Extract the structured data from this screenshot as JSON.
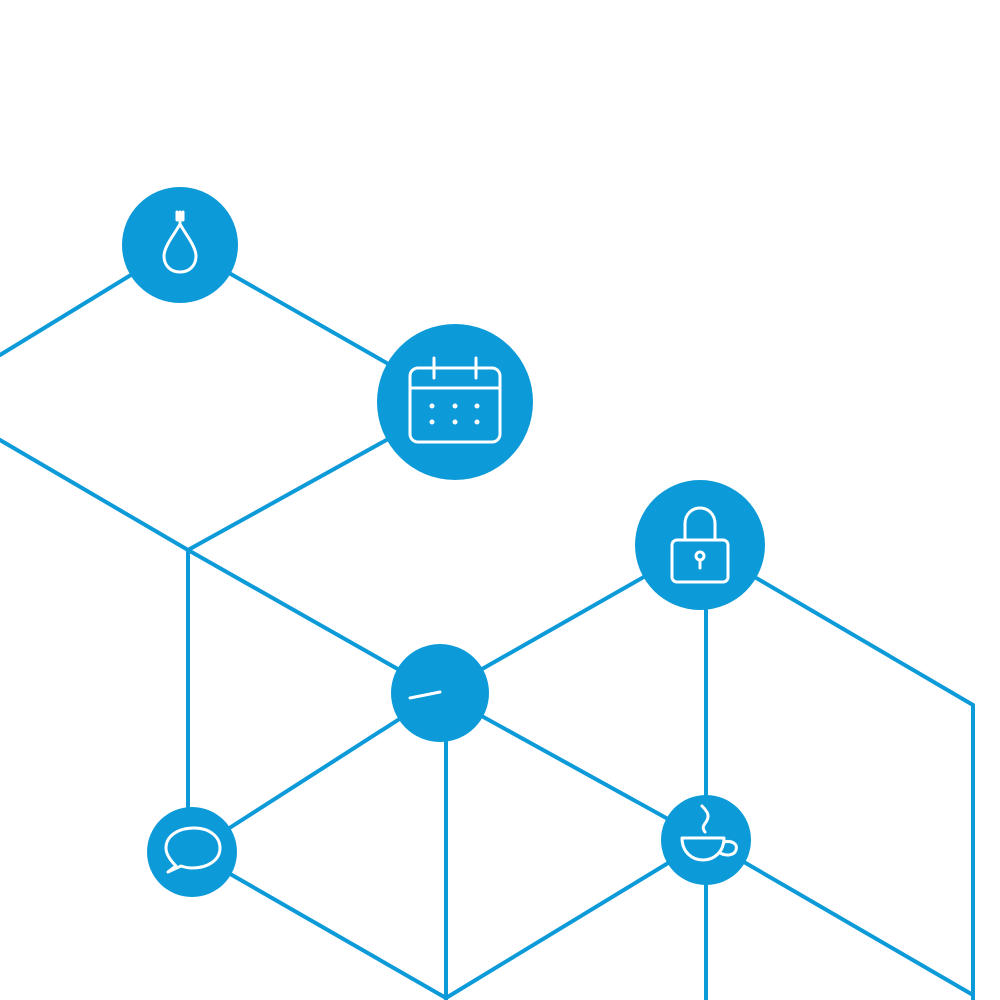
{
  "diagram": {
    "accent_color": "#0c9ad8",
    "icon_color": "#ffffff",
    "background_color": "#ffffff",
    "nodes": [
      {
        "id": "drop",
        "icon": "drop-icon"
      },
      {
        "id": "calendar",
        "icon": "calendar-icon"
      },
      {
        "id": "lock",
        "icon": "lock-icon"
      },
      {
        "id": "center",
        "icon": "minus-icon"
      },
      {
        "id": "chat",
        "icon": "speech-bubble-icon"
      },
      {
        "id": "coffee",
        "icon": "coffee-cup-icon"
      }
    ]
  }
}
